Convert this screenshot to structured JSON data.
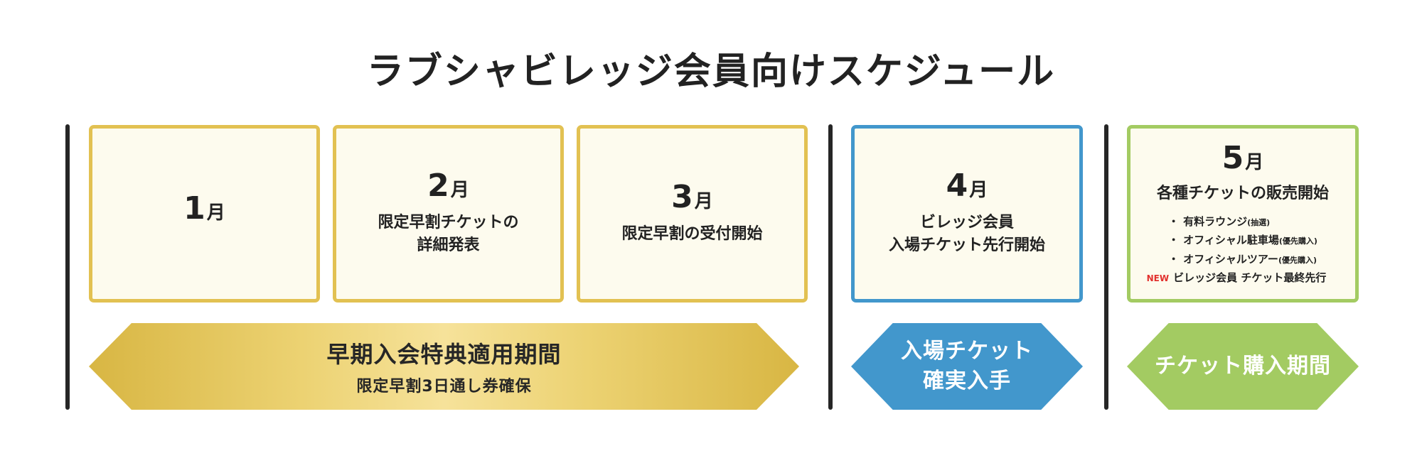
{
  "title": "ラブシャビレッジ会員向けスケジュール",
  "colors": {
    "gold": "#e2c152",
    "blue": "#4297cc",
    "green": "#a3cb62",
    "card_bg": "#fdfbee",
    "new_badge": "#e2312e",
    "divider": "#262626"
  },
  "cards": [
    {
      "month_num": "1",
      "month_unit": "月",
      "text": ""
    },
    {
      "month_num": "2",
      "month_unit": "月",
      "text": "限定早割チケットの\n詳細発表"
    },
    {
      "month_num": "3",
      "month_unit": "月",
      "text": "限定早割の受付開始"
    },
    {
      "month_num": "4",
      "month_unit": "月",
      "text": "ビレッジ会員\n入場チケット先行開始"
    },
    {
      "month_num": "5",
      "month_unit": "月",
      "text": "各種チケットの販売開始",
      "bullets": [
        {
          "bullet": "・",
          "label": "有料ラウンジ",
          "note": "(抽選)"
        },
        {
          "bullet": "・",
          "label": "オフィシャル駐車場",
          "note": "(優先購入)"
        },
        {
          "bullet": "・",
          "label": "オフィシャルツアー",
          "note": "(優先購入)"
        }
      ],
      "new_badge": "NEW",
      "new_text": "ビレッジ会員 チケット最終先行"
    }
  ],
  "arrows": {
    "early": {
      "main": "早期入会特典適用期間",
      "sub": "限定早割3日通し券確保"
    },
    "entry": {
      "main": "入場チケット\n確実入手"
    },
    "purchase": {
      "main": "チケット購入期間"
    }
  }
}
